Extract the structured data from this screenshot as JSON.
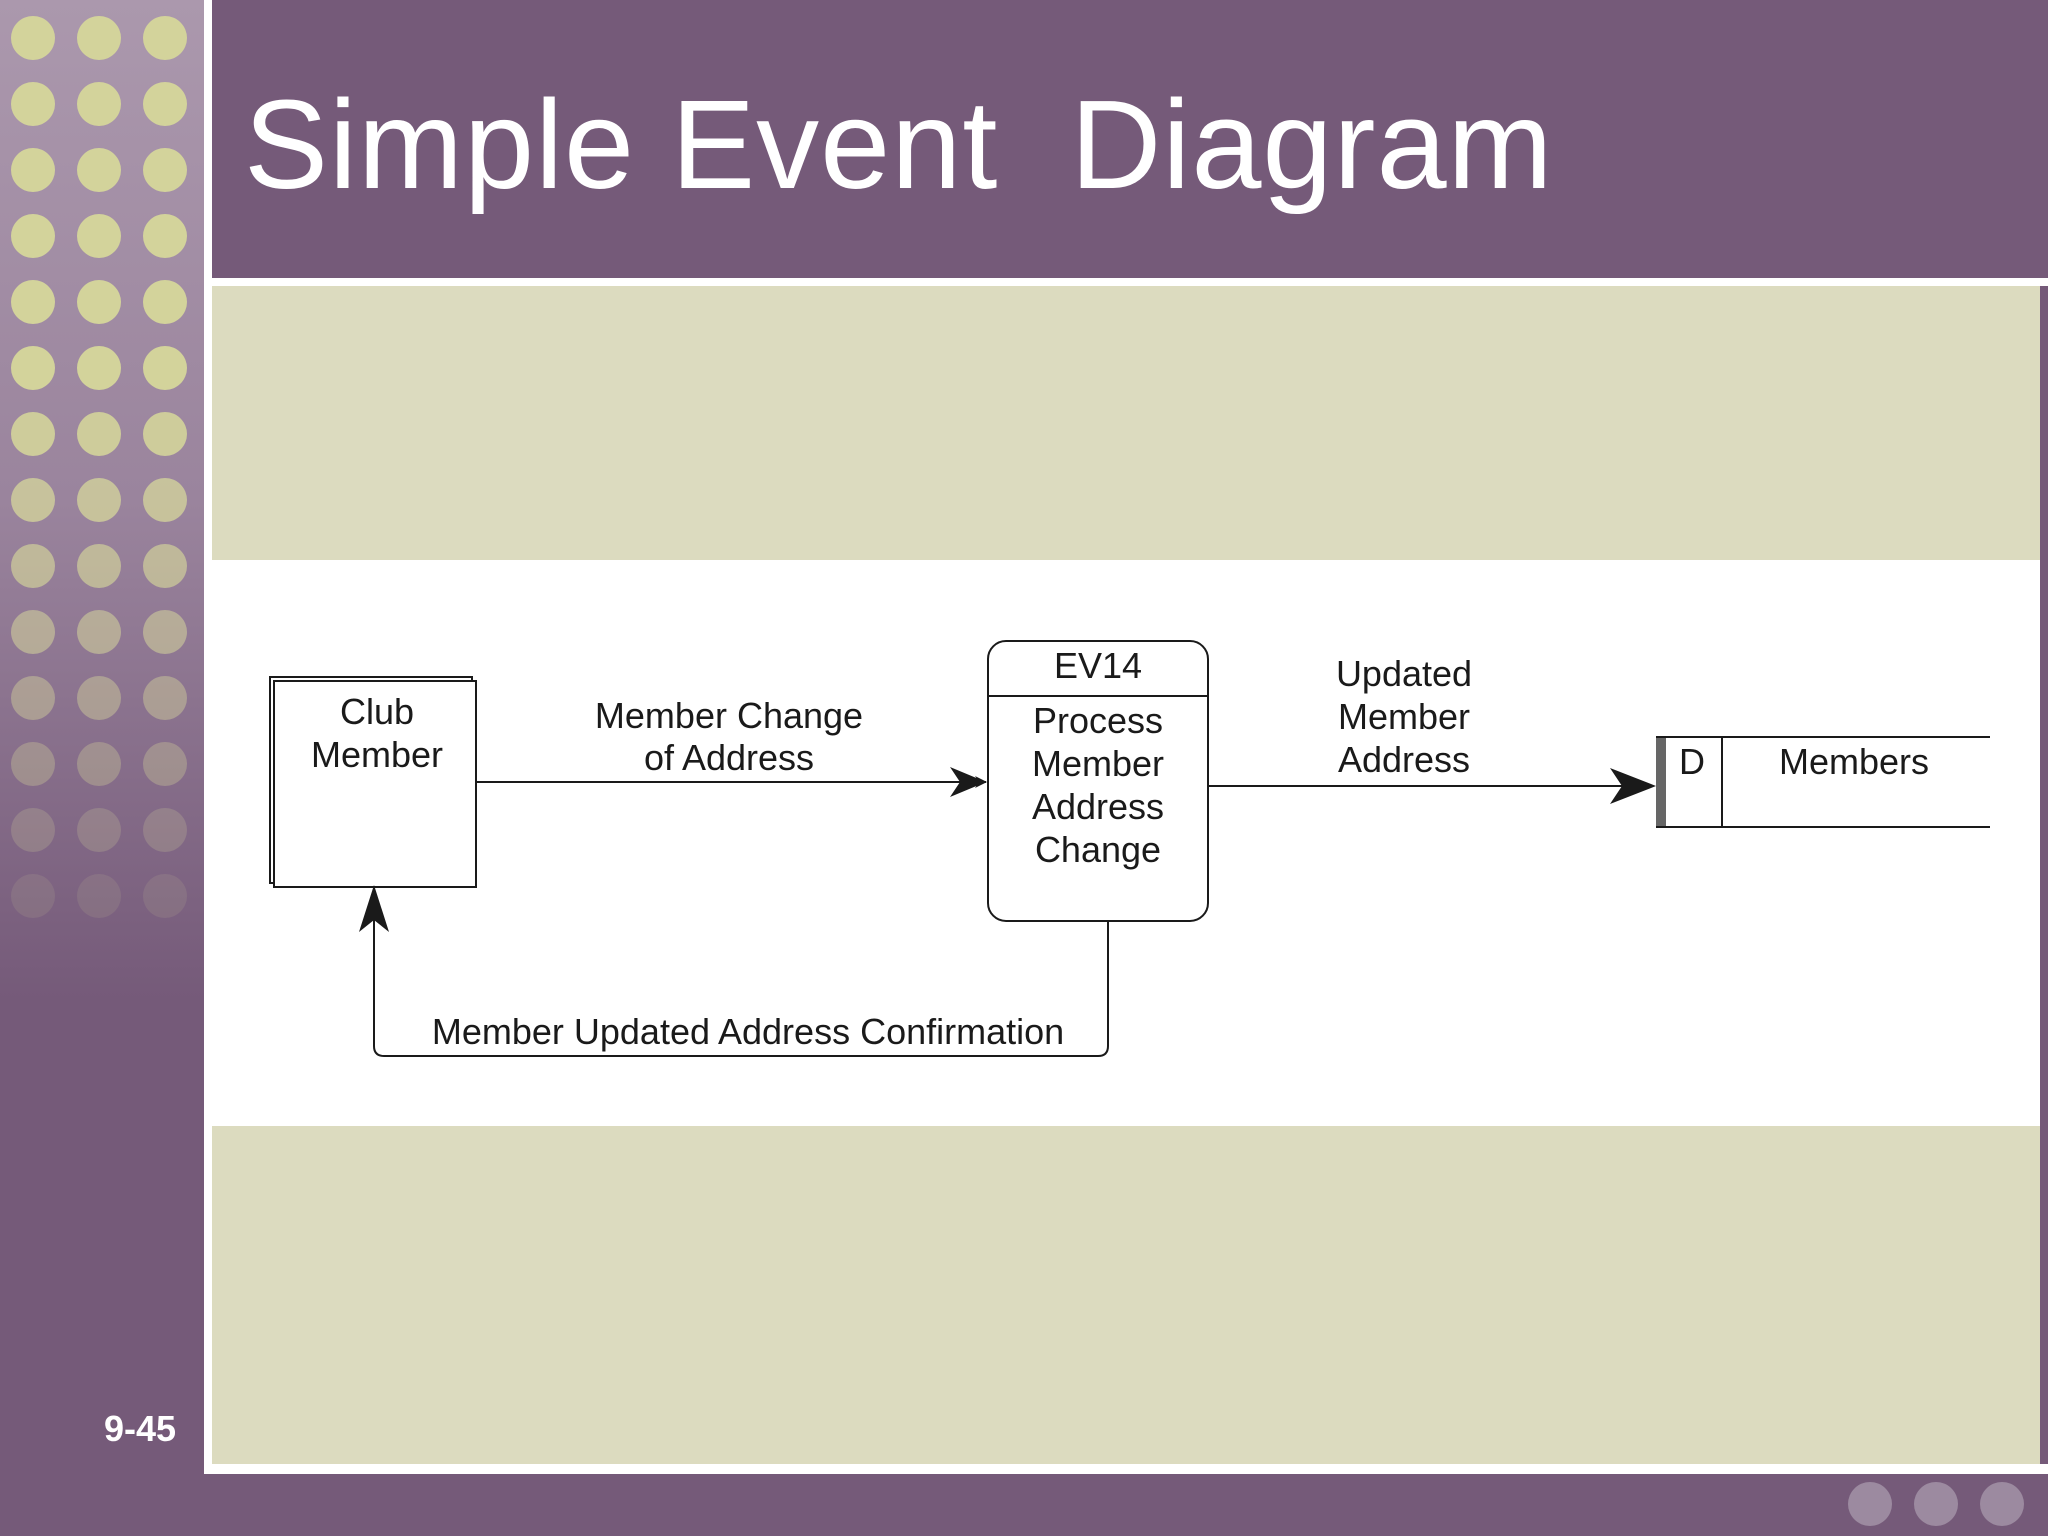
{
  "slide": {
    "title": "Simple Event  Diagram",
    "number": "9-45"
  },
  "diagram": {
    "external_entity": {
      "name": "Club Member",
      "lines": [
        "Club",
        "Member"
      ]
    },
    "process": {
      "id": "EV14",
      "name": "Process Member Address Change",
      "lines": [
        "Process",
        "Member",
        "Address",
        "Change"
      ]
    },
    "data_store": {
      "id": "D",
      "name": "Members"
    },
    "flows": [
      {
        "label": "Member Change of Address",
        "lines": [
          "Member Change",
          "of Address"
        ],
        "from": "Club Member",
        "to": "EV14"
      },
      {
        "label": "Updated Member Address",
        "lines": [
          "Updated",
          "Member",
          "Address"
        ],
        "from": "EV14",
        "to": "Members"
      },
      {
        "label": "Member Updated Address Confirmation",
        "lines": [
          "Member Updated Address Confirmation"
        ],
        "from": "EV14",
        "to": "Club Member"
      }
    ]
  },
  "colors": {
    "theme_purple": "#755a79",
    "content_beige": "#dcdbbf",
    "dot_color": "#d3d39b",
    "diagram_ink": "#1a1a1a"
  }
}
